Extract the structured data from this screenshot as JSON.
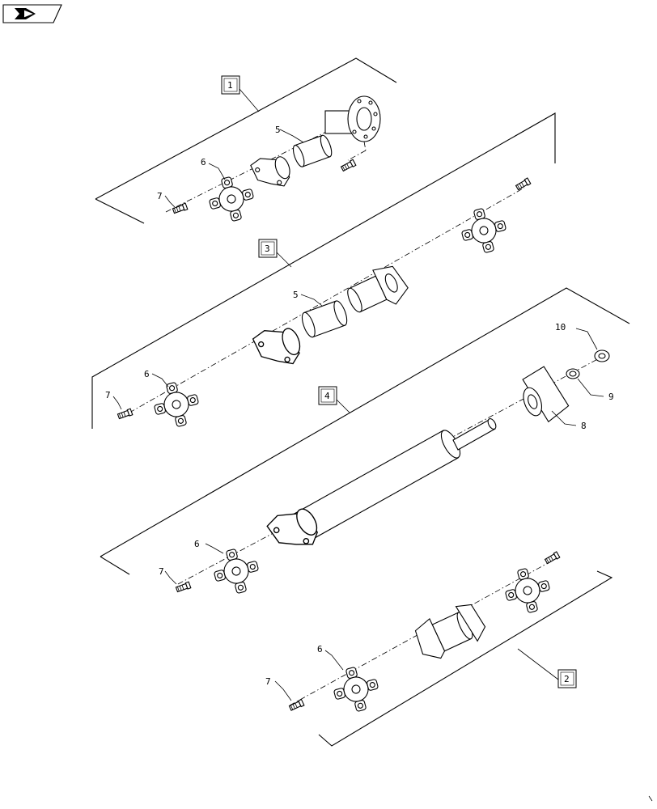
{
  "nav_icon": "folded-page-arrow-icon",
  "callouts": {
    "c5a": "5",
    "c6a": "6",
    "c7a": "7",
    "c5b": "5",
    "c6b": "6",
    "c7b": "7",
    "c6c": "6",
    "c7c": "7",
    "c8": "8",
    "c9": "9",
    "c10": "10",
    "c6d": "6",
    "c7d": "7"
  },
  "assemblies": {
    "a1": "1",
    "a2": "2",
    "a3": "3",
    "a4": "4"
  }
}
